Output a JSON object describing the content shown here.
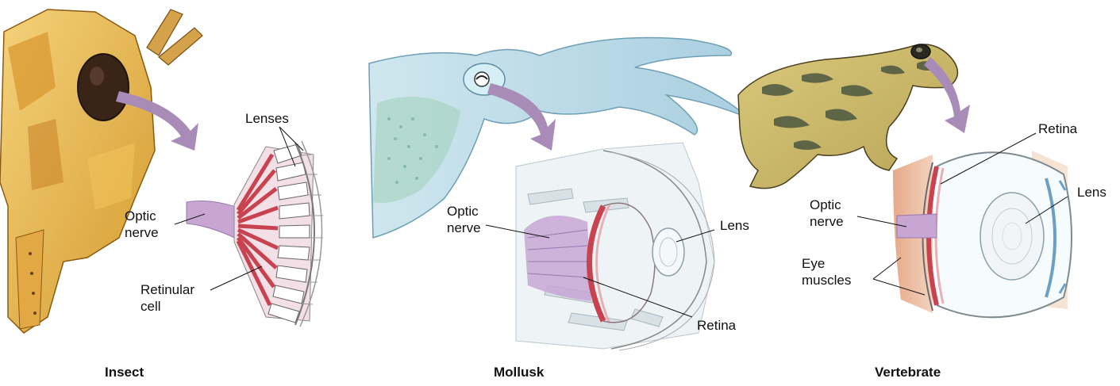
{
  "panels": [
    {
      "caption": "Insect",
      "labels": {
        "lenses": "Lenses",
        "optic_nerve": [
          "Optic",
          "nerve"
        ],
        "retinular_cell": [
          "Retinular",
          "cell"
        ]
      }
    },
    {
      "caption": "Mollusk",
      "labels": {
        "optic_nerve": [
          "Optic",
          "nerve"
        ],
        "lens": "Lens",
        "retina": "Retina"
      }
    },
    {
      "caption": "Vertebrate",
      "labels": {
        "retina": "Retina",
        "lens": "Lens",
        "optic_nerve": [
          "Optic",
          "nerve"
        ],
        "eye_muscles": [
          "Eye",
          "muscles"
        ]
      }
    }
  ],
  "colors": {
    "arrow": "#a98bb8",
    "insect_body": "#e8b94a",
    "mollusk_body": "#b9d7e6",
    "frog_body": "#cdbb6a",
    "nerve": "#c7a6d3",
    "retina_red": "#c8434f"
  }
}
